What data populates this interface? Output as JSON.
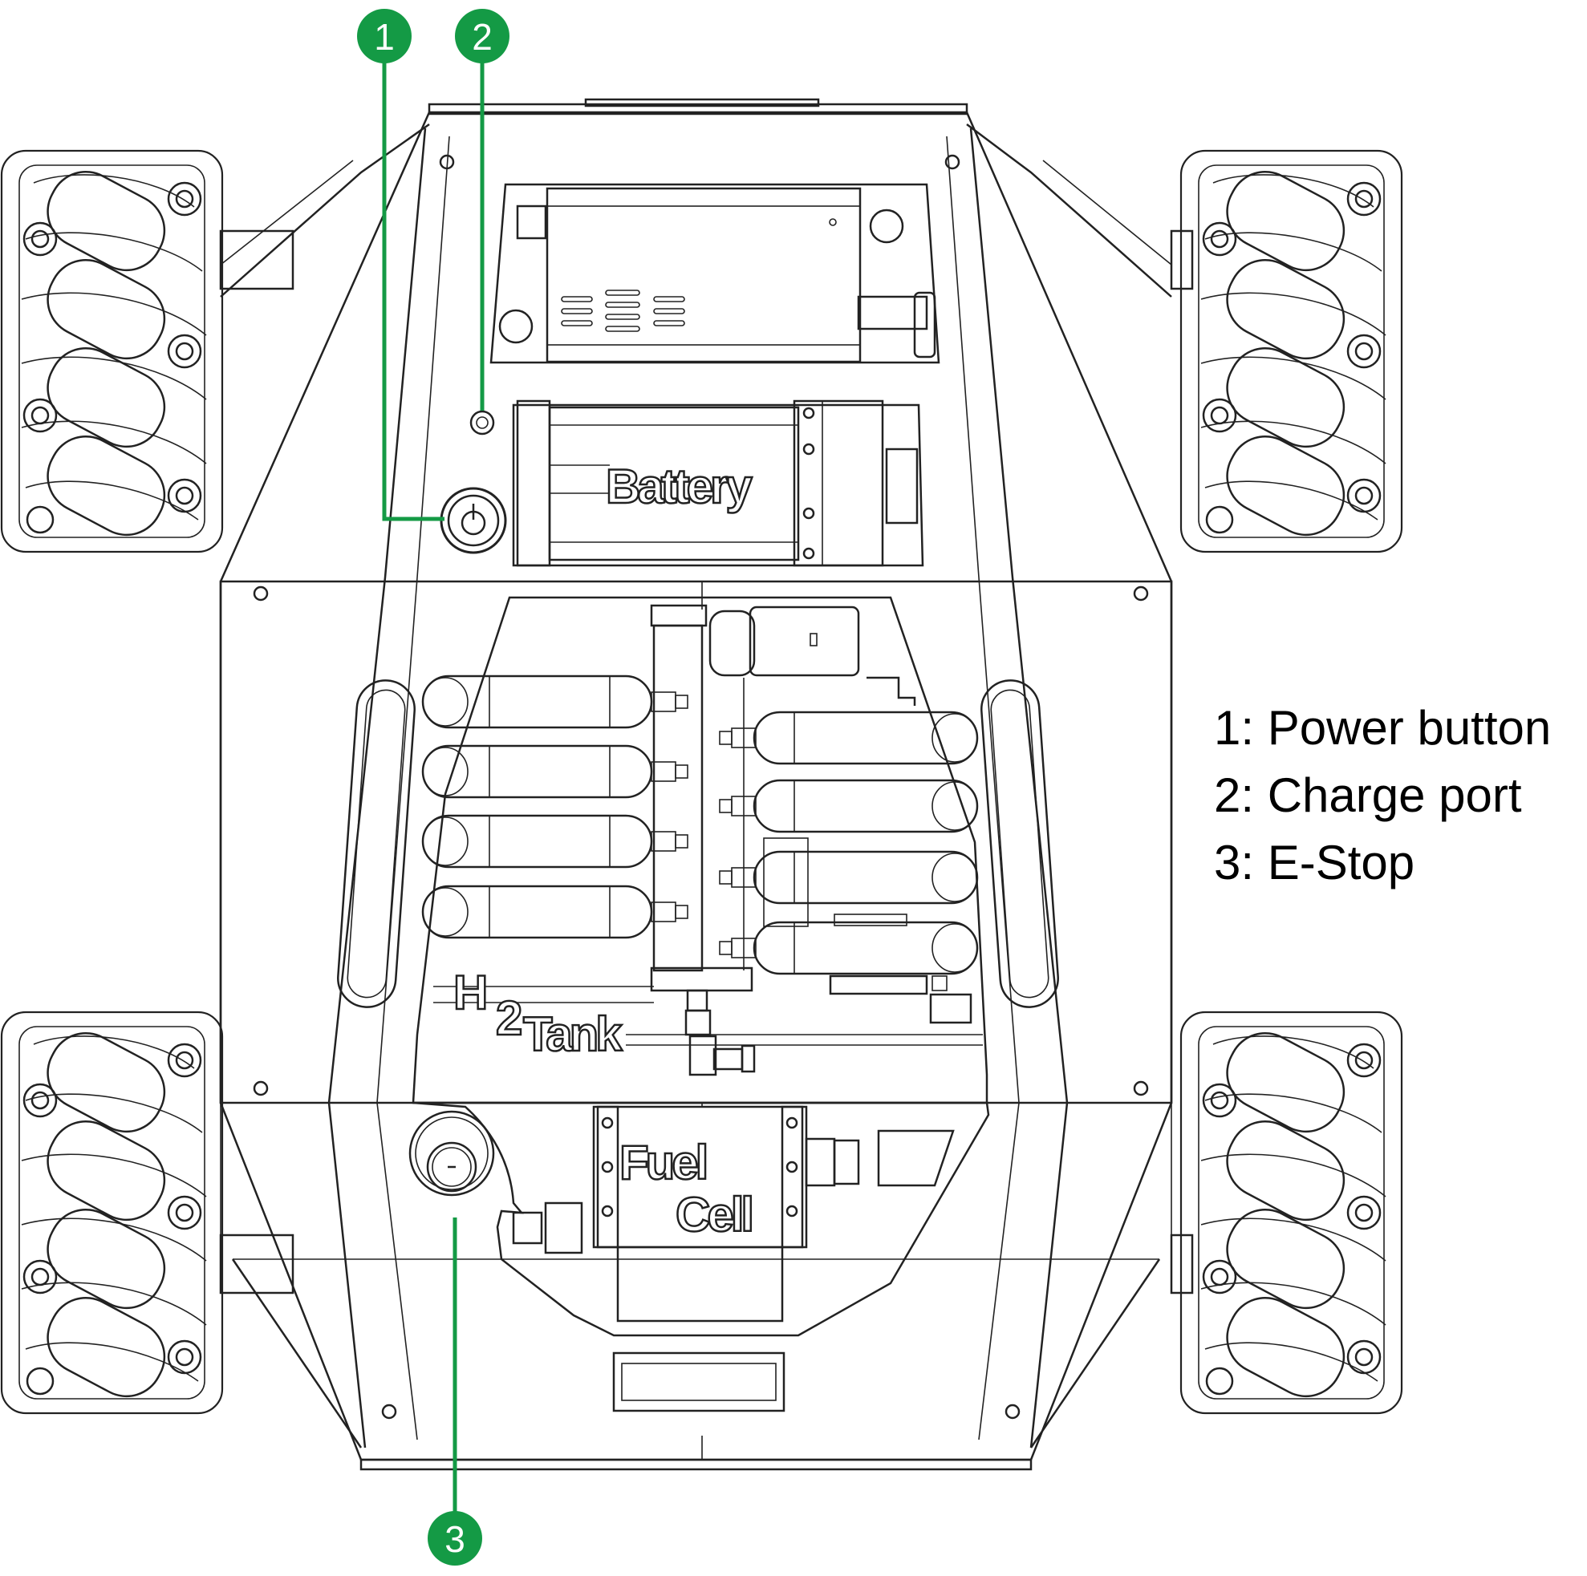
{
  "colors": {
    "callout": "#149a45",
    "drawing": "#222222",
    "background": "#ffffff"
  },
  "callouts": [
    {
      "number": "1",
      "label": "1: Power button"
    },
    {
      "number": "2",
      "label": "2: Charge port"
    },
    {
      "number": "3",
      "label": "3: E-Stop"
    }
  ],
  "part_labels": {
    "battery": "Battery",
    "h2": "H",
    "h2_sub": "2",
    "tank": "Tank",
    "fuel": "Fuel",
    "cell": "Cell"
  }
}
